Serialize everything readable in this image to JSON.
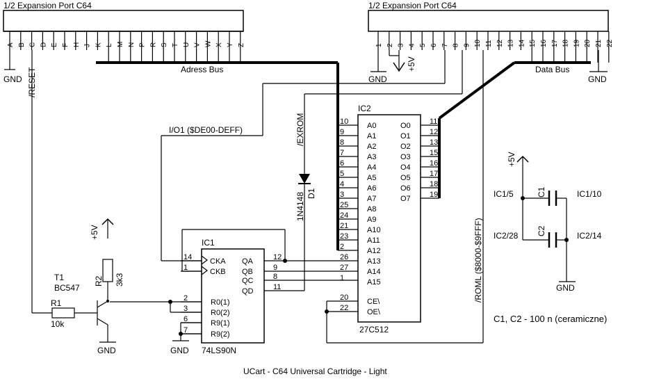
{
  "connectors": {
    "left_title": "1/2 Expansion Port C64",
    "right_title": "1/2 Expansion Port C64",
    "left_pins": [
      "A",
      "B",
      "C",
      "D",
      "E",
      "F",
      "H",
      "J",
      "K",
      "L",
      "M",
      "N",
      "P",
      "R",
      "S",
      "T",
      "U",
      "V",
      "W",
      "X",
      "Y",
      "Z"
    ],
    "right_pins": [
      "1",
      "2",
      "3",
      "4",
      "5",
      "6",
      "7",
      "8",
      "9",
      "10",
      "11",
      "12",
      "13",
      "14",
      "15",
      "16",
      "17",
      "18",
      "19",
      "20",
      "21",
      "22"
    ],
    "plus5_right": "+5V"
  },
  "labels": {
    "address_bus": "Adress Bus",
    "data_bus": "Data Bus",
    "gnd": "GND",
    "reset": "/RESET",
    "io1": "I/O1 ($DE00-DEFF)",
    "exrom": "/EXROM",
    "roml": "/ROML ($8000-$9FFF)",
    "plus5": "+5V",
    "caption": "UCart - C64 Universal Cartridge - Light",
    "cap_note": "C1, C2 - 100 n (ceramiczne)"
  },
  "ic1": {
    "name": "IC1",
    "part": "74LS90N",
    "pins_left": [
      {
        "num": "14",
        "name": "CKA"
      },
      {
        "num": "1",
        "name": "CKB"
      },
      {
        "num": "2",
        "name": "R0(1)"
      },
      {
        "num": "3",
        "name": "R0(2)"
      },
      {
        "num": "6",
        "name": "R9(1)"
      },
      {
        "num": "7",
        "name": "R9(2)"
      }
    ],
    "pins_right": [
      {
        "num": "12",
        "name": "QA"
      },
      {
        "num": "9",
        "name": "QB"
      },
      {
        "num": "8",
        "name": "QC"
      },
      {
        "num": "11",
        "name": "QD"
      }
    ]
  },
  "ic2": {
    "name": "IC2",
    "part": "27C512",
    "pins_left": [
      {
        "num": "10",
        "name": "A0"
      },
      {
        "num": "9",
        "name": "A1"
      },
      {
        "num": "8",
        "name": "A2"
      },
      {
        "num": "7",
        "name": "A3"
      },
      {
        "num": "6",
        "name": "A4"
      },
      {
        "num": "5",
        "name": "A5"
      },
      {
        "num": "4",
        "name": "A6"
      },
      {
        "num": "3",
        "name": "A7"
      },
      {
        "num": "25",
        "name": "A8"
      },
      {
        "num": "24",
        "name": "A9"
      },
      {
        "num": "21",
        "name": "A10"
      },
      {
        "num": "23",
        "name": "A11"
      },
      {
        "num": "2",
        "name": "A12"
      },
      {
        "num": "26",
        "name": "A13"
      },
      {
        "num": "27",
        "name": "A14"
      },
      {
        "num": "1",
        "name": "A15"
      }
    ],
    "pins_ctrl": [
      {
        "num": "20",
        "name": "CE\\"
      },
      {
        "num": "22",
        "name": "OE\\"
      }
    ],
    "pins_right": [
      {
        "num": "11",
        "name": "O0"
      },
      {
        "num": "12",
        "name": "O1"
      },
      {
        "num": "13",
        "name": "O2"
      },
      {
        "num": "15",
        "name": "O3"
      },
      {
        "num": "16",
        "name": "O4"
      },
      {
        "num": "17",
        "name": "O5"
      },
      {
        "num": "18",
        "name": "O6"
      },
      {
        "num": "19",
        "name": "O7"
      }
    ]
  },
  "components": {
    "t1_name": "T1",
    "t1_part": "BC547",
    "r1_name": "R1",
    "r1_value": "10k",
    "r2_name": "R2",
    "r2_value": "3k3",
    "d1_name": "D1",
    "d1_part": "1N4148",
    "c1_name": "C1",
    "c2_name": "C2",
    "c1_left": "IC1/5",
    "c1_right": "IC1/10",
    "c2_left": "IC2/28",
    "c2_right": "IC2/14"
  }
}
